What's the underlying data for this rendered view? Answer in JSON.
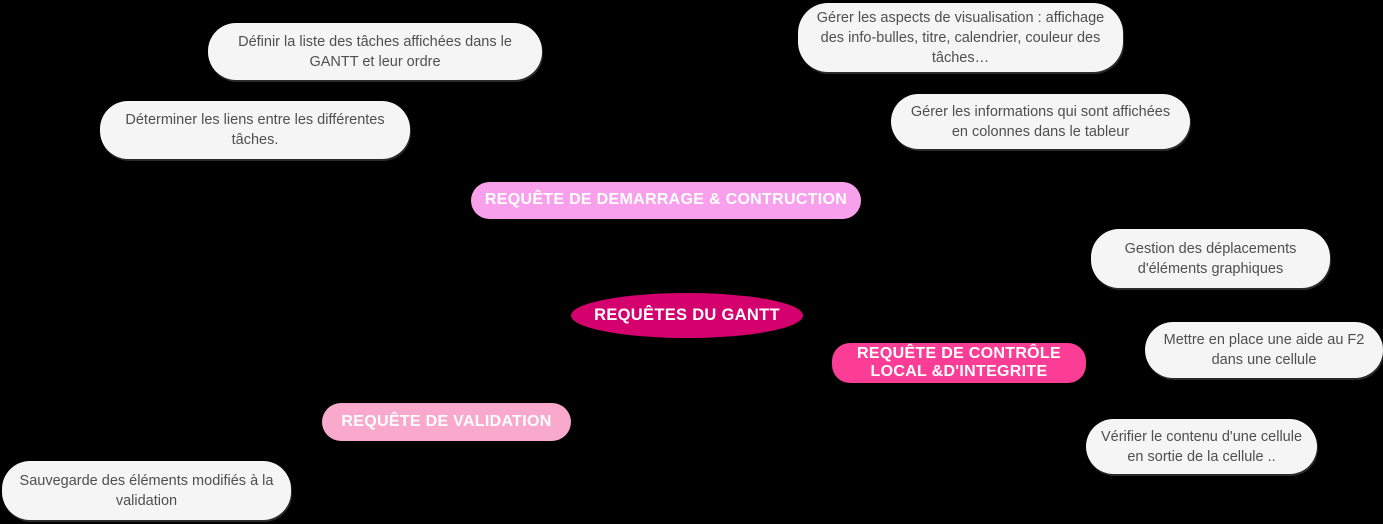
{
  "diagram": {
    "type": "mindmap",
    "background_color": "#000000",
    "colors": {
      "leaf_fill": "#F5F5F5",
      "leaf_text": "#4F4F4F",
      "branch_text": "#FFFFFF",
      "root_fill": "#D4006E",
      "demarrage_fill": "#F8A0EC",
      "controle_fill": "#FB3D95",
      "validation_fill": "#F9A9CC"
    },
    "root": {
      "label": "REQUÊTES DU GANTT",
      "fill": "#D4006E"
    },
    "branches": {
      "demarrage": {
        "label": "REQUÊTE DE DEMARRAGE & CONTRUCTION",
        "fill": "#F8A0EC"
      },
      "controle": {
        "label": "REQUÊTE DE CONTRÔLE LOCAL &D'INTEGRITE",
        "fill": "#FB3D95"
      },
      "validation": {
        "label": "REQUÊTE DE VALIDATION",
        "fill": "#F9A9CC"
      }
    },
    "leaves": {
      "define_tasks": {
        "label": "Définir la liste des tâches affichées dans le GANTT et leur ordre"
      },
      "task_links": {
        "label": "Déterminer les liens entre les différentes tâches."
      },
      "visualisation": {
        "label": "Gérer les aspects de visualisation : affichage des info-bulles, titre, calendrier, couleur des tâches…"
      },
      "columns": {
        "label": "Gérer les informations qui sont affichées en colonnes dans le tableur"
      },
      "graphic_moves": {
        "label": "Gestion des déplacements d'éléments graphiques"
      },
      "f2_help": {
        "label": "Mettre en place une aide au F2 dans une cellule"
      },
      "save_validation": {
        "label": "Sauvegarde des éléments modifiés à la validation"
      },
      "cell_check": {
        "label": "Vérifier le contenu d'une cellule en sortie de la cellule .."
      }
    }
  }
}
